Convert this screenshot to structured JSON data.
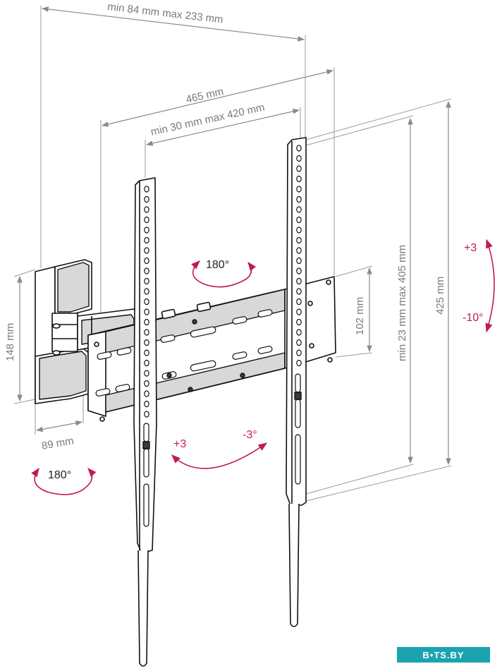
{
  "dimensions": {
    "arm_extension": "min 84 mm max 233 mm",
    "overall_width": "465 mm",
    "vesa_horizontal": "min 30 mm max 420 mm",
    "vesa_vertical": "min 23 mm max 405 mm",
    "overall_height": "425 mm",
    "rail_spacing": "102 mm",
    "wall_plate_height": "148 mm",
    "wall_plate_depth": "89 mm"
  },
  "rotation": {
    "swivel_wall": "180°",
    "swivel_arm": "180°"
  },
  "tilt": {
    "right_up": "+3",
    "right_down": "-10°",
    "bottom_left": "+3",
    "bottom_right": "-3°"
  },
  "colors": {
    "dimension": "#8a8a8a",
    "tilt_arrow": "#c2185b",
    "outline": "#111111",
    "watermark_bg": "#1ba3b0"
  },
  "watermark": "B•TS.BY"
}
